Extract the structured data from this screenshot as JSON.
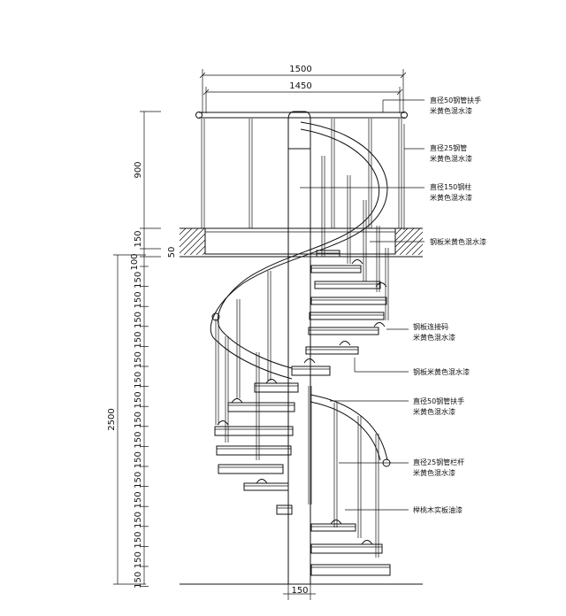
{
  "dimensions": {
    "top_width_outer": "1500",
    "top_width_inner": "1450",
    "railing_height": "900",
    "floor_thickness": "150",
    "floor_offset": "50",
    "first_step": "100",
    "riser": "150",
    "total_height": "2500",
    "column_width": "150"
  },
  "annotations": {
    "handrail_top_line1": "直径50钢管扶手",
    "handrail_top_line2": "米黄色混水漆",
    "baluster_top_line1": "直径25钢管",
    "baluster_top_line2": "米黄色混水漆",
    "column_line1": "直径150钢柱",
    "column_line2": "米黄色混水漆",
    "floor_plate": "钢板米黄色混水漆",
    "connector_line1": "钢板连接码",
    "connector_line2": "米黄色混水漆",
    "tread_plate": "钢板米黄色混水漆",
    "handrail_low_line1": "直径50钢管扶手",
    "handrail_low_line2": "米黄色混水漆",
    "baluster_low_line1": "直径25钢管栏杆",
    "baluster_low_line2": "米黄色混水漆",
    "tread_finish": "榉桃木实板油漆"
  },
  "colors": {
    "line": "#111111",
    "background": "#ffffff"
  }
}
